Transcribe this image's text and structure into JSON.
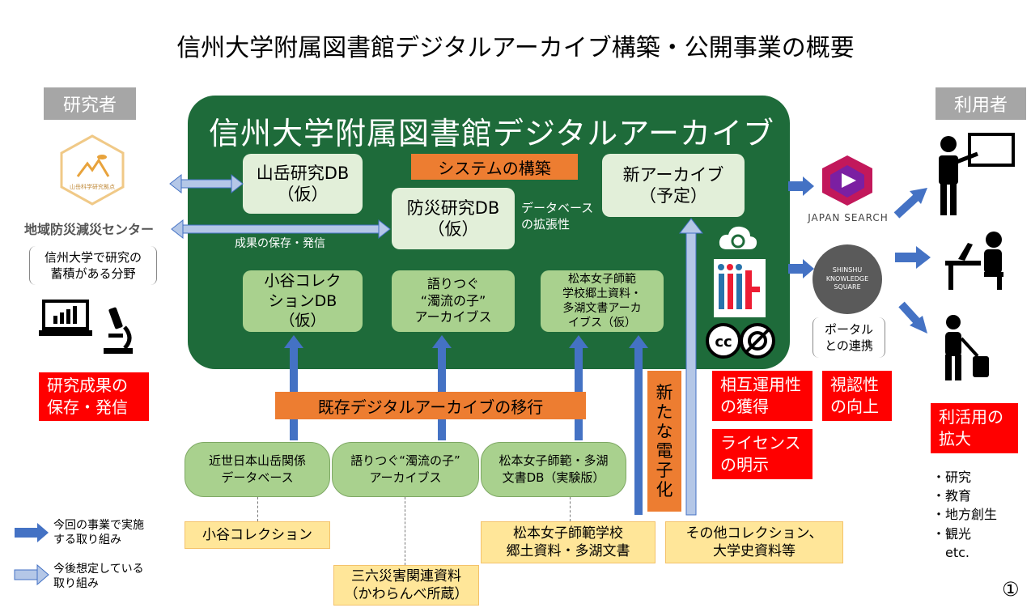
{
  "title": "信州大学附属図書館デジタルアーカイブ構築・公開事業の概要",
  "left": {
    "header": "研究者",
    "logo_text": "山岳科学研究拠点",
    "center_name": "地域防災減災センター",
    "research_areas": "信州大学で研究の\n蓄積がある分野",
    "red_box": "研究成果の\n保存・発信"
  },
  "right": {
    "header": "利用者",
    "japan_search": "JAPAN SEARCH",
    "shinshu_ks": "SHINSHU\nKNOWLEDGE\nSQUARE",
    "portal": "ポータル\nとの連携",
    "red_interop": "相互運用性\nの獲得",
    "red_visibility": "視認性\nの向上",
    "red_license": "ライセンス\nの明示",
    "red_utilization": "利活用の\n拡大",
    "uses": [
      "・研究",
      "・教育",
      "・地方創生",
      "・観光",
      "etc."
    ]
  },
  "archive": {
    "title": "信州大学附属図書館デジタルアーカイブ",
    "system_label": "システムの構築",
    "db_mountain": "山岳研究DB\n（仮）",
    "db_disaster": "防災研究DB\n（仮）",
    "db_new": "新アーカイブ\n（予定）",
    "expand_note": "データベース\nの拡張性",
    "preserve_note": "成果の保存・発信",
    "otani": "小谷コレク\nションDB\n（仮）",
    "kataritsugu": "語りつぐ\n“濁流の子”\nアーカイブス",
    "matsumoto": "松本女子師範\n学校郷土資料・\n多湖文書アーカ\nイブス（仮）"
  },
  "migration_label": "既存デジタルアーカイブの移行",
  "new_digitization": "新\nた\nな\n電\n子\n化",
  "existing": {
    "kinsei": "近世日本山岳関係\nデータベース",
    "kataritsugu": "語りつぐ“濁流の子”\nアーカイブス",
    "matsumoto_db": "松本女子師範・多湖\n文書DB（実験版）"
  },
  "collections": {
    "otani": "小谷コレクション",
    "sanroku": "三六災害関連資料\n（かわらんべ所蔵）",
    "matsumoto": "松本女子師範学校\n郷土資料・多湖文書",
    "other": "その他コレクション、\n大学史資料等"
  },
  "legend": {
    "current": "今回の事業で実施\nする取り組み",
    "future": "今後想定している\n取り組み"
  },
  "page_number": "①",
  "colors": {
    "archive_green": "#1e6b3a",
    "arrow_blue": "#4472c4",
    "arrow_light": "#8faadc",
    "orange": "#ed7d31",
    "red": "#ff0000"
  }
}
